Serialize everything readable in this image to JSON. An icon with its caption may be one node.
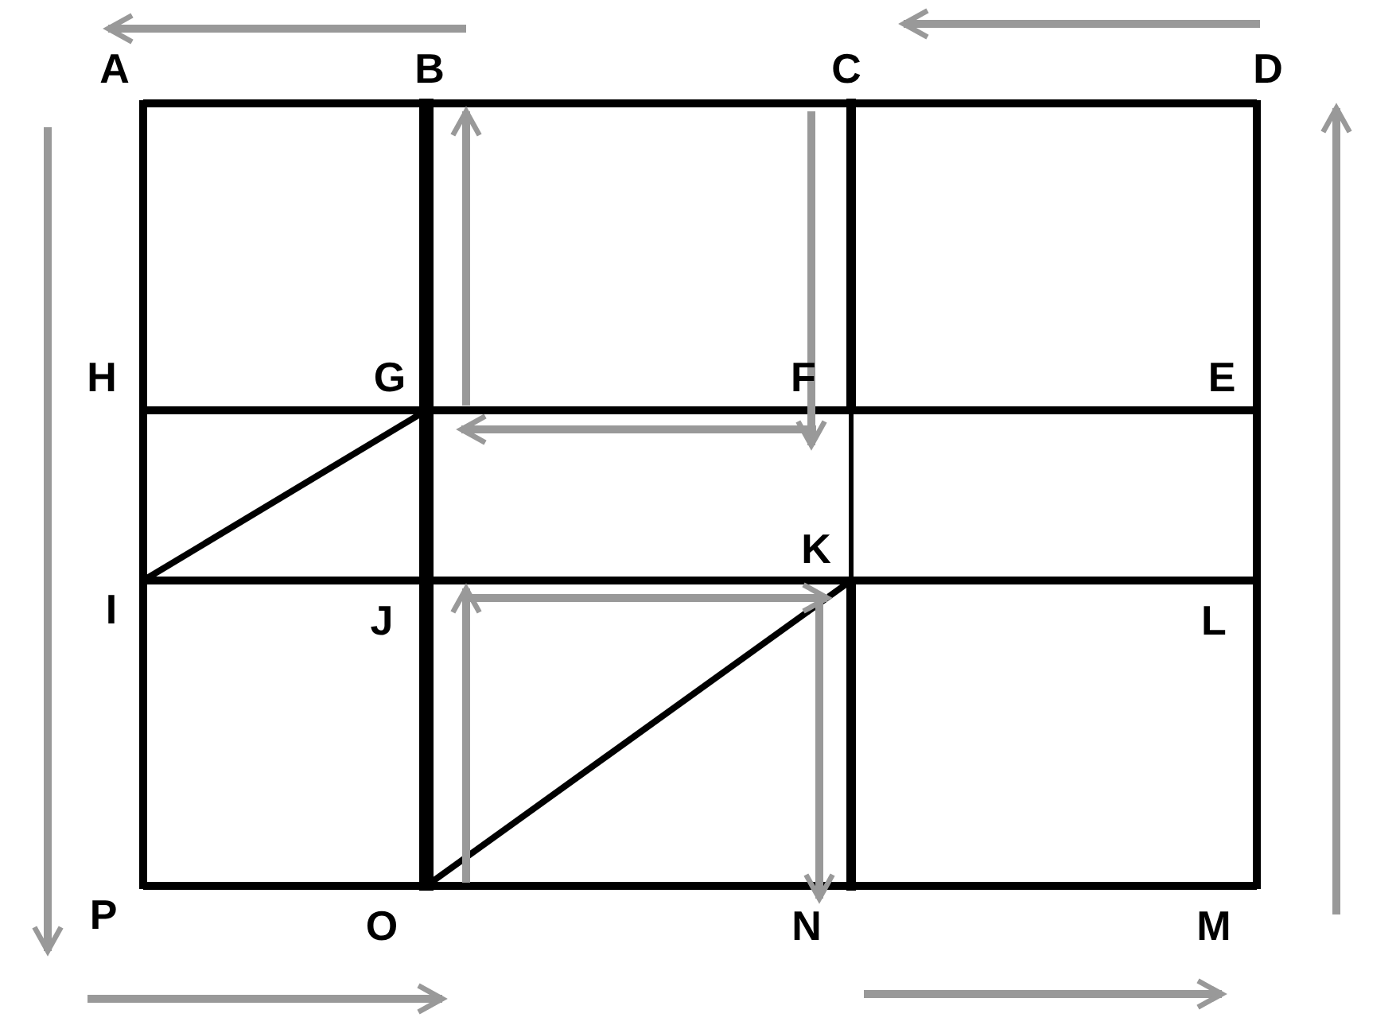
{
  "diagram": {
    "labels": [
      "A",
      "B",
      "C",
      "D",
      "H",
      "G",
      "F",
      "E",
      "K",
      "I",
      "J",
      "L",
      "P",
      "O",
      "N",
      "M"
    ]
  }
}
